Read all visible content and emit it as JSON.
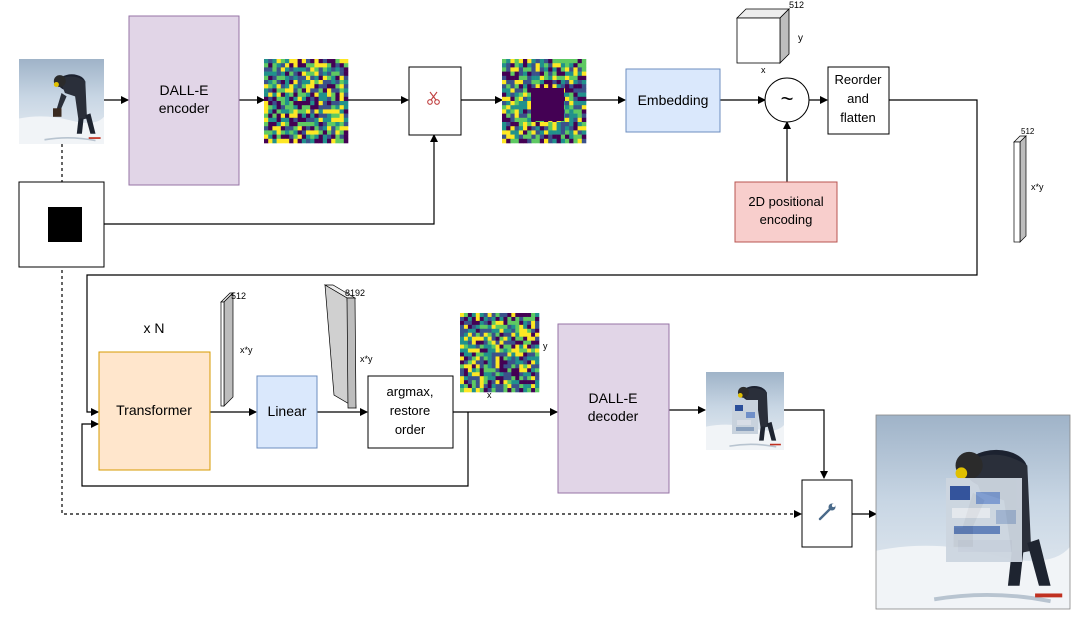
{
  "encoder": {
    "line1": "DALL-E",
    "line2": "encoder"
  },
  "decoder": {
    "line1": "DALL-E",
    "line2": "decoder"
  },
  "embedding": {
    "label": "Embedding"
  },
  "positional": {
    "line1": "2D positional",
    "line2": "encoding"
  },
  "reorder": {
    "line1": "Reorder",
    "line2": "and",
    "line3": "flatten"
  },
  "transformer": {
    "label": "Transformer",
    "repeat": "x N"
  },
  "linear": {
    "label": "Linear"
  },
  "argmax": {
    "line1": "argmax,",
    "line2": "restore",
    "line3": "order"
  },
  "cube": {
    "depth": "512",
    "height": "y",
    "width": "x"
  },
  "flat_top": {
    "dim": "512",
    "len": "x*y"
  },
  "tensor_512": {
    "dim": "512",
    "len": "x*y"
  },
  "tensor_8192": {
    "dim": "8192",
    "len": "x*y"
  },
  "token_grid_out": {
    "x": "x",
    "y": "y"
  },
  "ops": {
    "combine": "~",
    "cut_icon": "scissors-icon",
    "paste_icon": "wrench-icon"
  },
  "colors": {
    "encoder_fill": "#e1d5e7",
    "encoder_stroke": "#9673a6",
    "embedding_fill": "#dae8fc",
    "embedding_stroke": "#6c8ebf",
    "positional_fill": "#f8cecc",
    "positional_stroke": "#b85450",
    "transformer_fill": "#ffe6cc",
    "transformer_stroke": "#d79b00",
    "viridis": [
      "#440154",
      "#3b528b",
      "#21918c",
      "#5ec962",
      "#fde725"
    ]
  }
}
